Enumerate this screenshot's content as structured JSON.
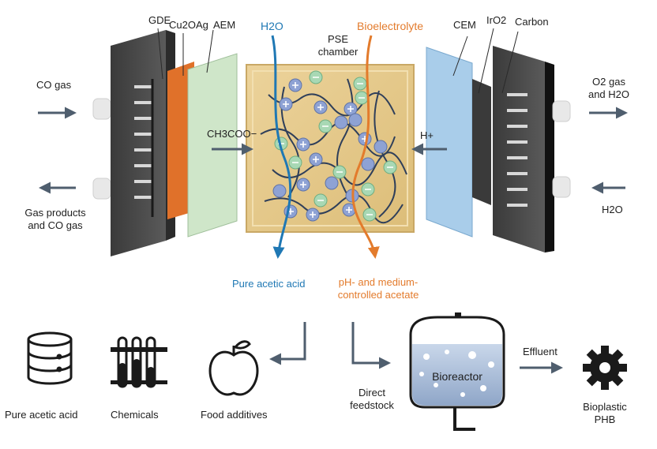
{
  "labels": {
    "gde": "GDE",
    "cu2o_ag": "Cu2OAg",
    "aem": "AEM",
    "h2o_in": "H2O",
    "pse_chamber_line1": "PSE",
    "pse_chamber_line2": "chamber",
    "bioelectrolyte": "Bioelectrolyte",
    "cem": "CEM",
    "iro2": "IrO2",
    "carbon": "Carbon",
    "co_gas": "CO gas",
    "gas_products_line1": "Gas products",
    "gas_products_line2": "and CO gas",
    "o2_gas_line1": "O2 gas",
    "o2_gas_line2": "and H2O",
    "h2o_right": "H2O",
    "acetate_ion": "CH3COO−",
    "proton": "H+",
    "pure_acetic_acid_stream": "Pure acetic acid",
    "controlled_acetate_line1": "pH- and medium-",
    "controlled_acetate_line2": "controlled acetate",
    "pure_acetic_acid_product": "Pure acetic acid",
    "chemicals": "Chemicals",
    "food_additives": "Food additives",
    "direct_feedstock_line1": "Direct",
    "direct_feedstock_line2": "feedstock",
    "bioreactor": "Bioreactor",
    "effluent": "Effluent",
    "bioplastic_line1": "Bioplastic",
    "bioplastic_line2": "PHB"
  },
  "colors": {
    "water_blue": "#1f78b4",
    "bio_orange": "#e37b2c",
    "electrode_dark": "#4a4a4a",
    "copper_layer": "#e0712a",
    "aem_membrane": "#cfe6c9",
    "cem_membrane": "#a9cdea",
    "pse_fill": "#e6c98a",
    "ion_blue": "#8ea2d4",
    "ion_green": "#a8d8b4",
    "arrow_gray": "#4f5e6e"
  }
}
